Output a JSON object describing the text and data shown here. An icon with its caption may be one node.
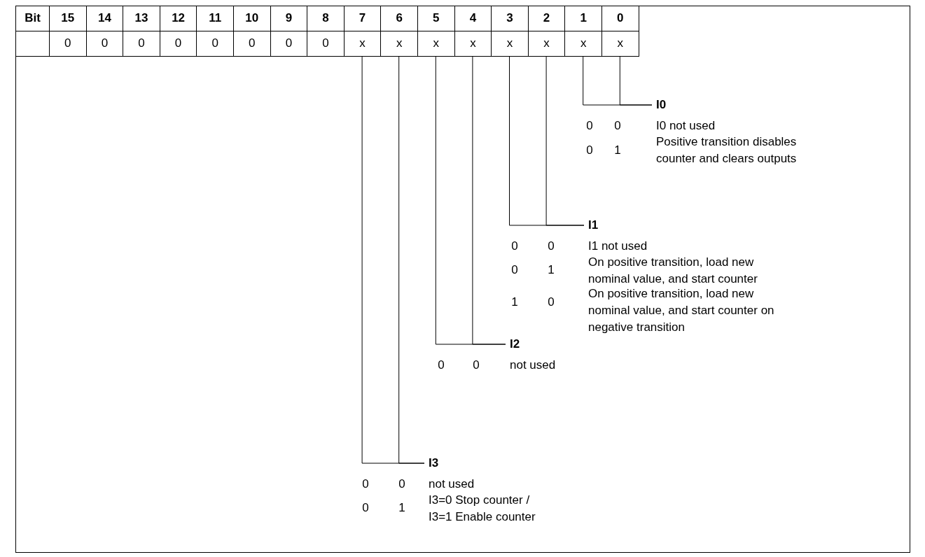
{
  "diagram": {
    "nodes": [
      {
        "text": [
          "x"
        ]
      },
      {
        "text": [
          "x"
        ]
      },
      {
        "text": [
          "x"
        ]
      },
      {
        "text": [
          "x"
        ]
      },
      {
        "text": [
          "x"
        ]
      },
      {
        "text": [
          "x"
        ]
      },
      {
        "text": [
          "x"
        ]
      },
      {
        "text": [
          "x"
        ]
      },
      {
        "text": [
          "I0"
        ]
      },
      {
        "text": [
          "I1"
        ]
      },
      {
        "text": [
          "I2"
        ]
      },
      {
        "text": [
          "I3"
        ]
      }
    ],
    "edges": [
      {
        "from": 8,
        "to": 6,
        "arrow": "none"
      },
      {
        "from": 8,
        "to": 7,
        "arrow": "none"
      },
      {
        "from": 9,
        "to": 4,
        "arrow": "none"
      },
      {
        "from": 9,
        "to": 5,
        "arrow": "none"
      },
      {
        "from": 10,
        "to": 2,
        "arrow": "none"
      },
      {
        "from": 10,
        "to": 3,
        "arrow": "none"
      },
      {
        "from": 11,
        "to": 0,
        "arrow": "none"
      },
      {
        "from": 11,
        "to": 1,
        "arrow": "none"
      }
    ],
    "labels": [
      "Bit",
      "15",
      "14",
      "13",
      "12",
      "11",
      "10",
      "9",
      "8",
      "7",
      "6",
      "5",
      "4",
      "3",
      "2",
      "1",
      "0",
      "0",
      "0",
      "0",
      "0",
      "0",
      "0",
      "0",
      "0",
      "0",
      "0",
      "I0 not used",
      "0",
      "1",
      "Positive transition disables counter and clears outputs",
      "0",
      "0",
      "I1 not used",
      "0",
      "1",
      "On positive transition, load new nominal value, and start counter",
      "1",
      "0",
      "On positive transition, load new nominal value, and start counter on negative transition",
      "0",
      "0",
      "not used",
      "0",
      "0",
      "not used",
      "0",
      "1",
      "I3=0 Stop counter / I3=1 Enable counter"
    ]
  }
}
